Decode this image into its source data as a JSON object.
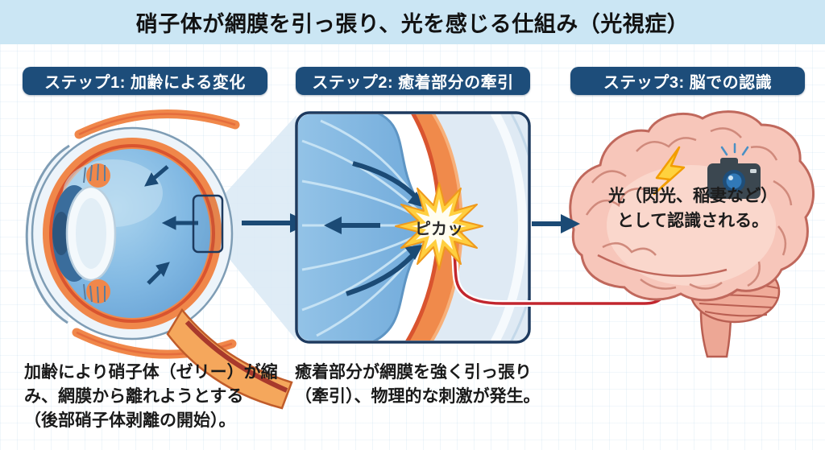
{
  "title": "硝子体が網膜を引っ張り、光を感じる仕組み（光視症）",
  "steps": [
    {
      "label": "ステップ1: 加齢による変化",
      "caption_lines": [
        "加齢により硝子体（ゼリー）が縮",
        "み、網膜から離れようとする",
        "（後部硝子体剥離の開始）。"
      ]
    },
    {
      "label": "ステップ2: 癒着部分の牽引",
      "caption_lines": [
        "癒着部分が網膜を強く引っ張り",
        "（牽引）、物理的な刺激が発生。"
      ]
    },
    {
      "label": "ステップ3: 脳での認識",
      "caption_lines": []
    }
  ],
  "panel": {
    "flash_label": "ピカッ"
  },
  "brain": {
    "caption_lines": [
      "光（閃光、稲妻など）",
      "として認識される。"
    ]
  },
  "icons": {
    "lightning": "lightning-bolt-icon",
    "camera": "camera-icon",
    "flash": "flash-starburst-icon"
  },
  "colors": {
    "title_bar_bg": "#cbe6f4",
    "step_badge_bg": "#1d4d7a",
    "arrow_blue": "#1b4a75",
    "signal_red": "#c2262e",
    "retina_orange": "#f0874a",
    "vitreous_blue": "#7fb6e3",
    "brain_pink": "#f7c6ba",
    "flash_yellow": "#ffcf3f"
  }
}
